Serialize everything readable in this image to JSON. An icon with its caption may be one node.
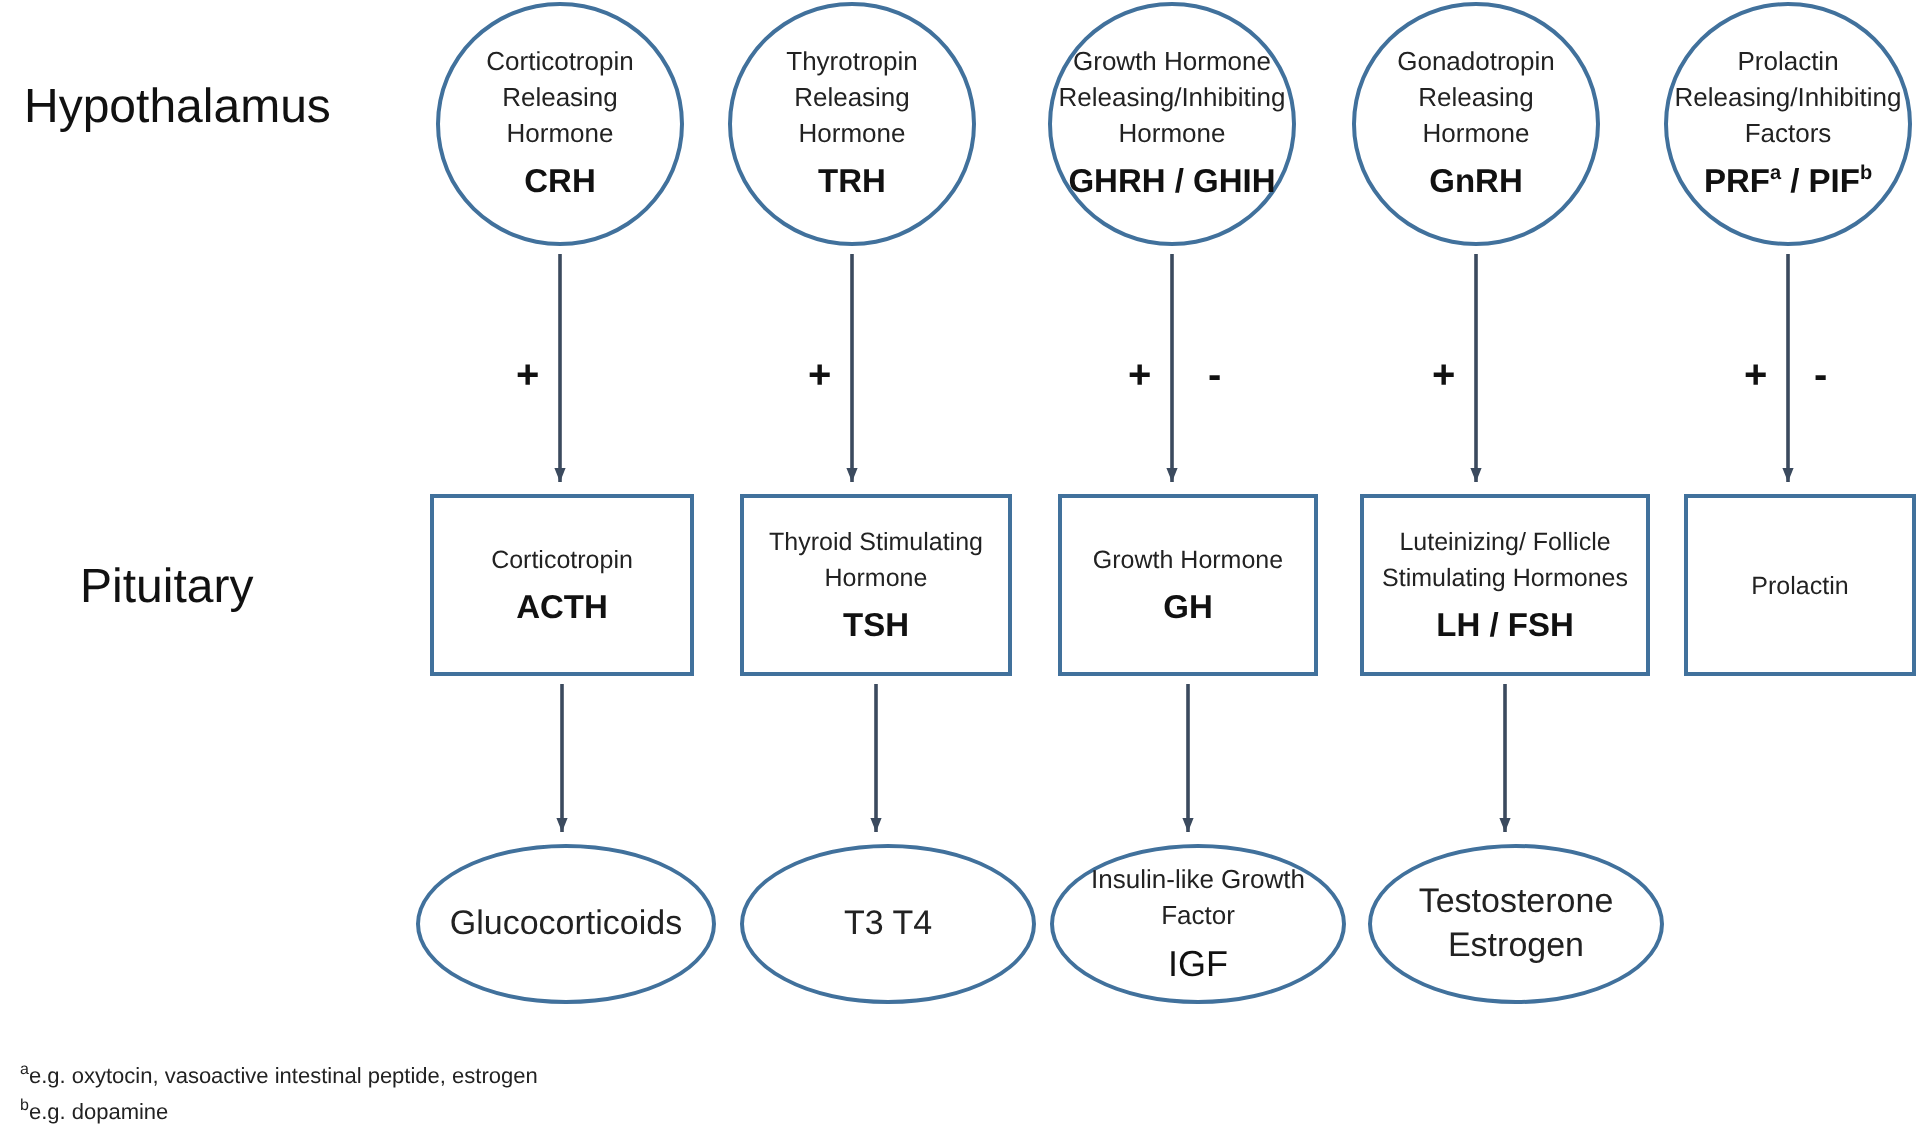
{
  "diagram": {
    "nodes": [
      {
        "text": [
          "Corticotropin Releasing Hormone",
          "CRH"
        ]
      },
      {
        "text": [
          "Thyrotropin Releasing Hormone",
          "TRH"
        ]
      },
      {
        "text": [
          "Growth Hormone Releasing/Inhibiting Hormone",
          "GHRH / GHIH"
        ]
      },
      {
        "text": [
          "Gonadotropin Releasing Hormone",
          "GnRH"
        ]
      },
      {
        "text": [
          "Prolactin Releasing/Inhibiting Factors",
          "PRF$^{a}$ / PIF$^{b}$"
        ]
      },
      {
        "text": [
          "Corticotropin",
          "ACTH"
        ]
      },
      {
        "text": [
          "Thyroid Stimulating Hormone",
          "TSH"
        ]
      },
      {
        "text": [
          "Growth Hormone",
          "GH"
        ]
      },
      {
        "text": [
          "Luteinizing/ Follicle Stimulating Hormones",
          "LH / FSH"
        ]
      },
      {
        "text": [
          "Prolactin"
        ]
      },
      {
        "text": [
          "Glucocorticoids"
        ]
      },
      {
        "text": [
          "T3 T4"
        ]
      },
      {
        "text": [
          "Insulin-like Growth Factor",
          "IGF"
        ]
      },
      {
        "text": [
          "Testosterone Estrogen"
        ]
      }
    ],
    "edges": [
      {
        "from": 0,
        "to": 5,
        "arrow": "to",
        "label": "+"
      },
      {
        "from": 1,
        "to": 6,
        "arrow": "to",
        "label": "+"
      },
      {
        "from": 2,
        "to": 7,
        "arrow": "to",
        "label": "+"
      },
      {
        "from": 3,
        "to": 8,
        "arrow": "to",
        "label": "+"
      },
      {
        "from": 4,
        "to": 9,
        "arrow": "to",
        "label": "+"
      },
      {
        "from": 5,
        "to": 10,
        "arrow": "to"
      },
      {
        "from": 6,
        "to": 11,
        "arrow": "to"
      },
      {
        "from": 7,
        "to": 12,
        "arrow": "to"
      },
      {
        "from": 8,
        "to": 13,
        "arrow": "to"
      }
    ],
    "labels": [
      "Hypothalamus",
      "Pituitary",
      "-",
      "-",
      "$^{a}$e.g. oxytocin, vasoactive intestinal peptide, estrogen",
      "$^{b}$e.g. dopamine"
    ]
  }
}
